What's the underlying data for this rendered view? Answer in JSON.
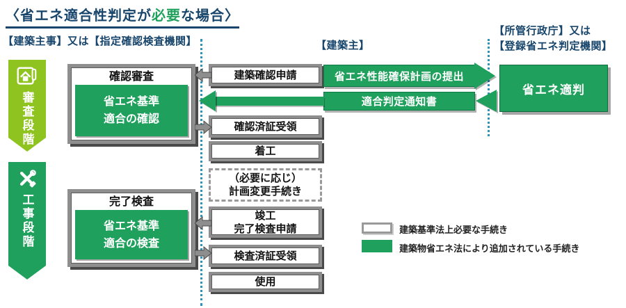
{
  "title": {
    "prefix": "〈省エネ適合性判定が",
    "highlight": "必要",
    "suffix": "な場合〉"
  },
  "headings": {
    "left": "【建築主事】又は【指定確認検査機関】",
    "middle": "【建築主】",
    "right_line1": "【所管行政庁】又は",
    "right_line2": "【登録省エネ判定機関】"
  },
  "stages": {
    "review": {
      "label": "審査段階",
      "icon": "house-plan-icon"
    },
    "construction": {
      "label": "工事段階",
      "icon": "tools-icon"
    }
  },
  "review_box": {
    "header": "確認審査",
    "body": "省エネ基準\n適合の確認"
  },
  "inspection_box": {
    "header": "完了検査",
    "body": "省エネ基準\n適合の検査"
  },
  "flow": {
    "items": [
      {
        "label": "建築確認申請",
        "style": "white"
      },
      {
        "label": "確認済証受領",
        "style": "white"
      },
      {
        "label": "着工",
        "style": "white"
      },
      {
        "label": "（必要に応じ）\n計画変更手続き",
        "style": "dashed"
      },
      {
        "label": "竣工\n完了検査申請",
        "style": "white"
      },
      {
        "label": "検査済証受領",
        "style": "white"
      },
      {
        "label": "使用",
        "style": "white"
      }
    ]
  },
  "green_flow": {
    "submit": "省エネ性能確保計画の提出",
    "notice": "適合判定通知書"
  },
  "judgment_box": {
    "label": "省エネ適判"
  },
  "legend": {
    "items": [
      {
        "swatch": "white-box",
        "label": "建築基準法上必要な手続き"
      },
      {
        "swatch": "green-box",
        "label": "建築物省エネ法により追加されている手続き"
      }
    ]
  },
  "colors": {
    "green": "#1FA05C",
    "light_green": "#8FC31F",
    "navy": "#17456B",
    "gray_border": "#8e8e8e",
    "dotted_line_blue": "#2E93B8"
  }
}
